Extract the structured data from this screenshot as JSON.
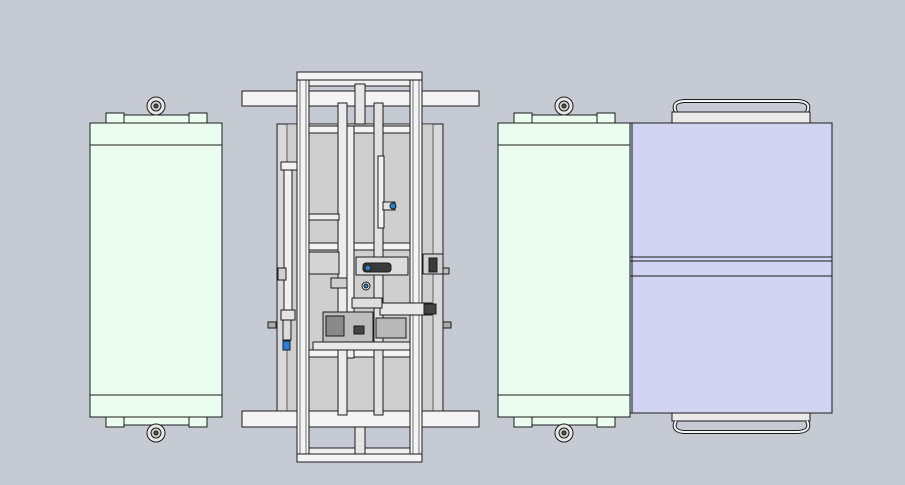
{
  "viewport": {
    "background": "#c6cad3"
  },
  "drawing": {
    "views": [
      {
        "name": "left-side-view",
        "panel_color": "#eafdee"
      },
      {
        "name": "front-view-mechanism",
        "frame_color": "#f4f4f4",
        "plate_color": "#d8d8d8"
      },
      {
        "name": "right-side-view",
        "panel_color": "#eafdee"
      },
      {
        "name": "top-view",
        "panel_color": "#d1d4f3"
      }
    ],
    "accent_colors": {
      "outline": "#1c1c1c",
      "pneumatic_fitting": "#2b7fd1",
      "dark_part": "#3a3a3a"
    },
    "icons": [
      "caster-wheel-icon",
      "pneumatic-fitting-icon",
      "handle-bar-icon"
    ]
  }
}
